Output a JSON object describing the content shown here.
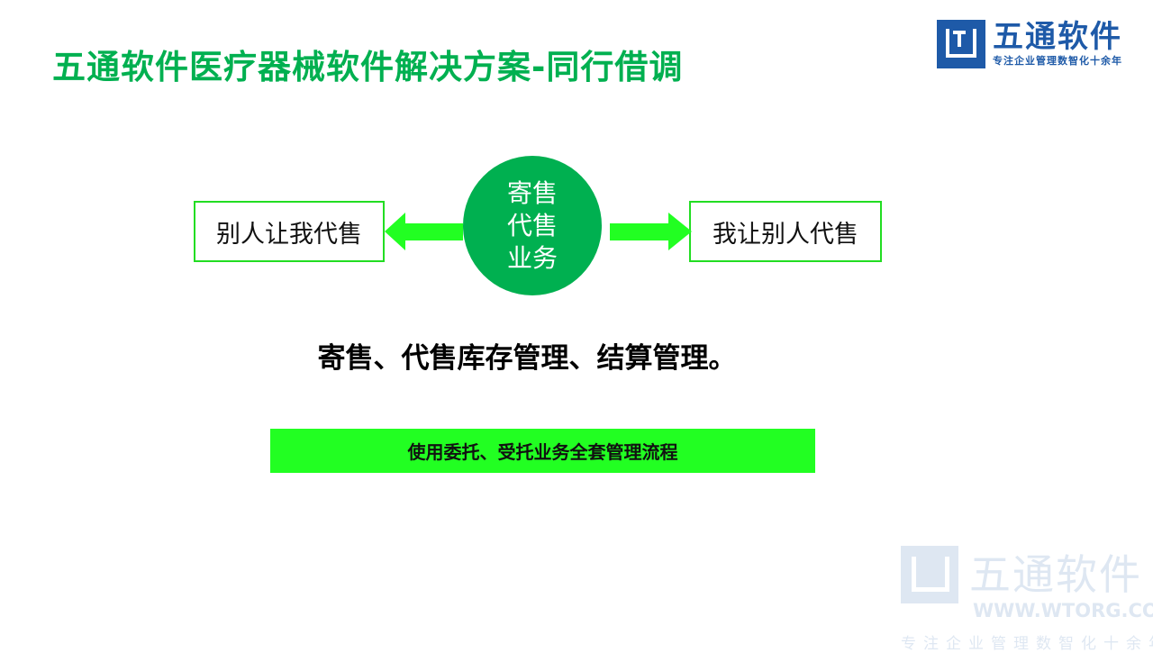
{
  "title": "五通软件医疗器械软件解决方案-同行借调",
  "logo": {
    "name": "五通软件",
    "slogan": "专注企业管理数智化十余年"
  },
  "diagram": {
    "center": [
      "寄售",
      "代售",
      "业务"
    ],
    "left_box": "别人让我代售",
    "right_box": "我让别人代售"
  },
  "summary": "寄售、代售库存管理、结算管理。",
  "banner": "使用委托、受托业务全套管理流程",
  "watermark": {
    "name": "五通软件",
    "url": "WWW.WTORG.COM",
    "slogan": "专注企业管理数智化十余年"
  },
  "colors": {
    "title": "#00b050",
    "circle": "#00b050",
    "arrow": "#22ff22",
    "logo": "#1e5aa8"
  }
}
